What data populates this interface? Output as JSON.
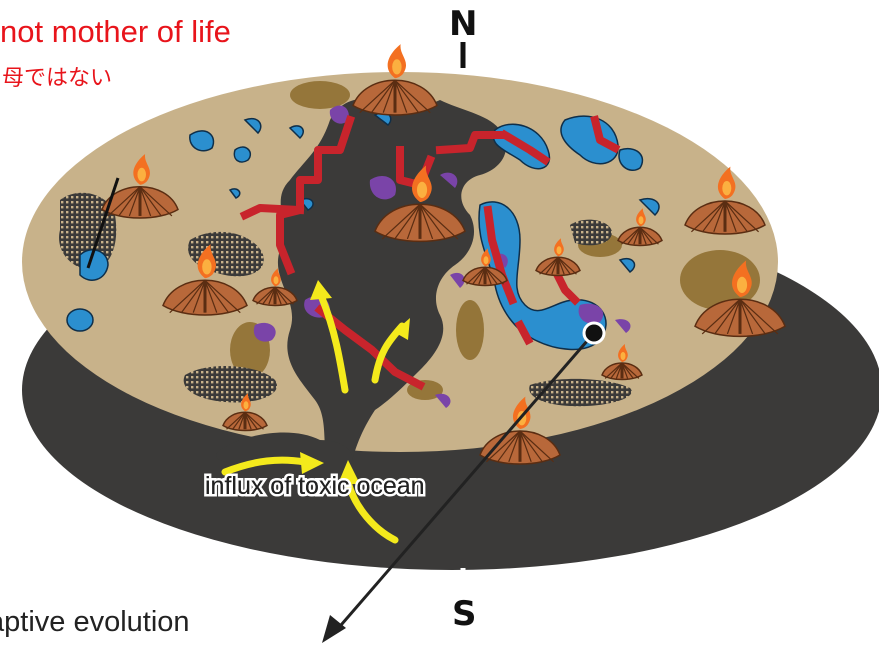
{
  "labels": {
    "title_en": "not mother of life",
    "title_jp": "母ではない",
    "north": "N",
    "south": "S",
    "influx": "influx of toxic ocean",
    "bottom_caption": "aptive evolution"
  },
  "colors": {
    "title": "#e8141b",
    "land": "#c8b28a",
    "shadow": "#3b3a39",
    "water": "#2b8fcf",
    "magma_path": "#c8242c",
    "volcano": "#b8683a",
    "purple_deposit": "#7a44a8",
    "arrow_yellow": "#f4ea1c",
    "mud": "#8c6b2c"
  },
  "icons": [
    "volcano-icon",
    "eruption-flame-icon",
    "compass-north-marker",
    "compass-south-marker",
    "site-marker-icon"
  ]
}
